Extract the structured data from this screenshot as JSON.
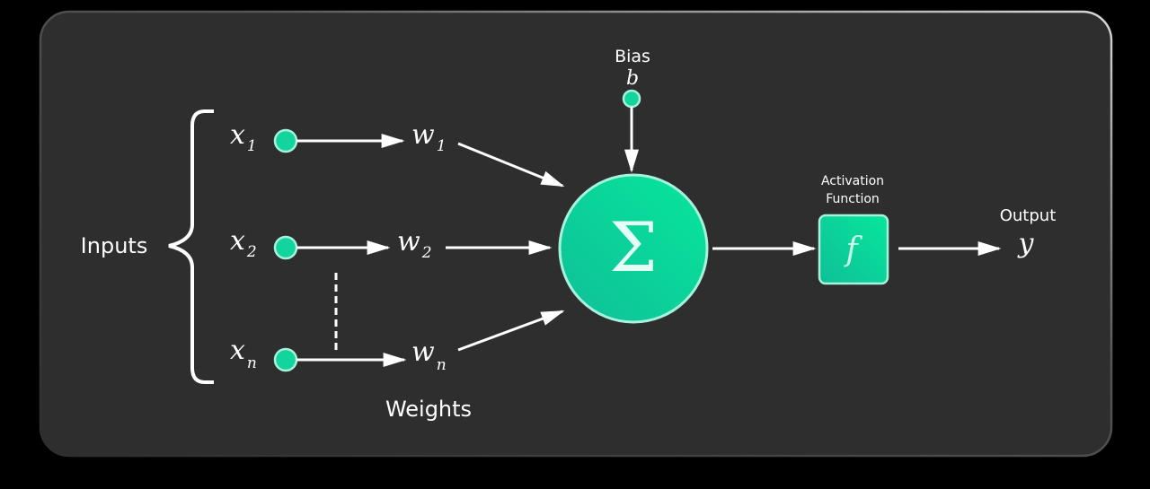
{
  "labels": {
    "inputs": "Inputs",
    "weights": "Weights",
    "bias": "Bias",
    "bias_symbol": "b",
    "activation_line1": "Activation",
    "activation_line2": "Function",
    "activation_symbol": "f",
    "output": "Output",
    "output_symbol": "y",
    "sum_symbol": "Σ"
  },
  "inputs": [
    {
      "var": "x",
      "sub": "1",
      "weight": "w",
      "wsub": "1"
    },
    {
      "var": "x",
      "sub": "2",
      "weight": "w",
      "wsub": "2"
    },
    {
      "var": "x",
      "sub": "n",
      "weight": "w",
      "wsub": "n"
    }
  ],
  "colors": {
    "background": "#000000",
    "panel": "#2e2e2e",
    "accent": "#12d49c",
    "accent_light": "#a6f2dc",
    "line": "#ffffff"
  }
}
